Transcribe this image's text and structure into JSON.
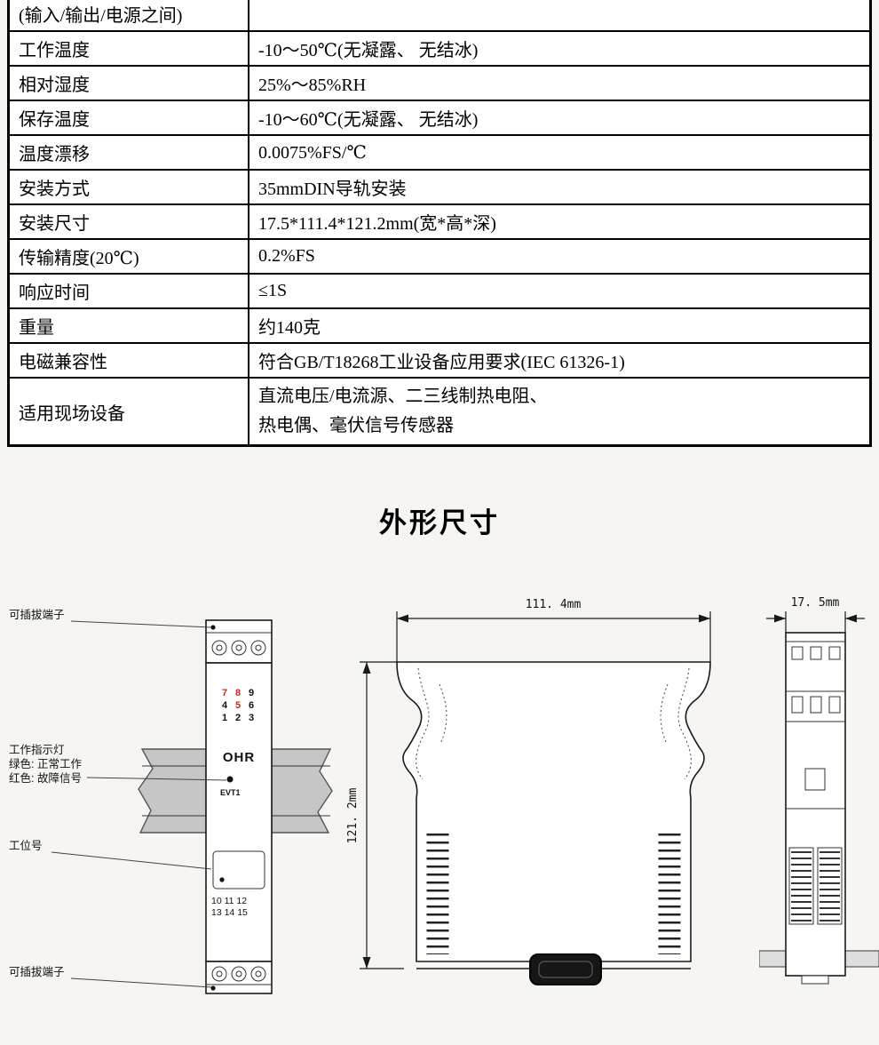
{
  "page": {
    "background": "#f6f5f2",
    "accent_red": "#cf2517",
    "line_color": "#1a1a1a"
  },
  "spec_table": {
    "rows": [
      {
        "label": "(输入/输出/电源之间)",
        "value": ""
      },
      {
        "label": "工作温度",
        "value": "-10～50℃(无凝露、 无结冰)"
      },
      {
        "label": "相对湿度",
        "value": "25%～85%RH"
      },
      {
        "label": "保存温度",
        "value": "-10～60℃(无凝露、 无结冰)"
      },
      {
        "label": "温度漂移",
        "value": "0.0075%FS/℃"
      },
      {
        "label": "安装方式",
        "value": "35mmDIN导轨安装"
      },
      {
        "label": "安装尺寸",
        "value": "17.5*111.4*121.2mm(宽*高*深)"
      },
      {
        "label": "传输精度(20℃)",
        "value": "0.2%FS"
      },
      {
        "label": "响应时间",
        "value": "≤1S"
      },
      {
        "label": "重量",
        "value": "约140克"
      },
      {
        "label": "电磁兼容性",
        "value": "符合GB/T18268工业设备应用要求(IEC 61326-1)"
      },
      {
        "label": "适用现场设备",
        "value_line1": "直流电压/电流源、二三线制热电阻、",
        "value_line2": "热电偶、毫伏信号传感器"
      }
    ]
  },
  "outline_section": {
    "title": "外形尺寸",
    "front_view": {
      "callout_plug_top": "可插拔端子",
      "indicator_title": "工作指示灯",
      "indicator_green": "绿色: 正常工作",
      "indicator_red": "红色: 故障信号",
      "callout_station": "工位号",
      "callout_plug_bottom": "可插拔端子",
      "brand": "OHR",
      "led_label": "EVT1",
      "term_top": {
        "r1": [
          "7",
          "8",
          "9"
        ],
        "r2": [
          "4",
          "5",
          "6"
        ],
        "r3": [
          "1",
          "2",
          "3"
        ]
      },
      "term_bottom_row1": "10 11 12",
      "term_bottom_row2": "13 14 15"
    },
    "side_view": {
      "width_dim": "111. 4mm",
      "height_dim": "121. 2mm"
    },
    "end_view": {
      "width_dim": "17. 5mm"
    }
  }
}
